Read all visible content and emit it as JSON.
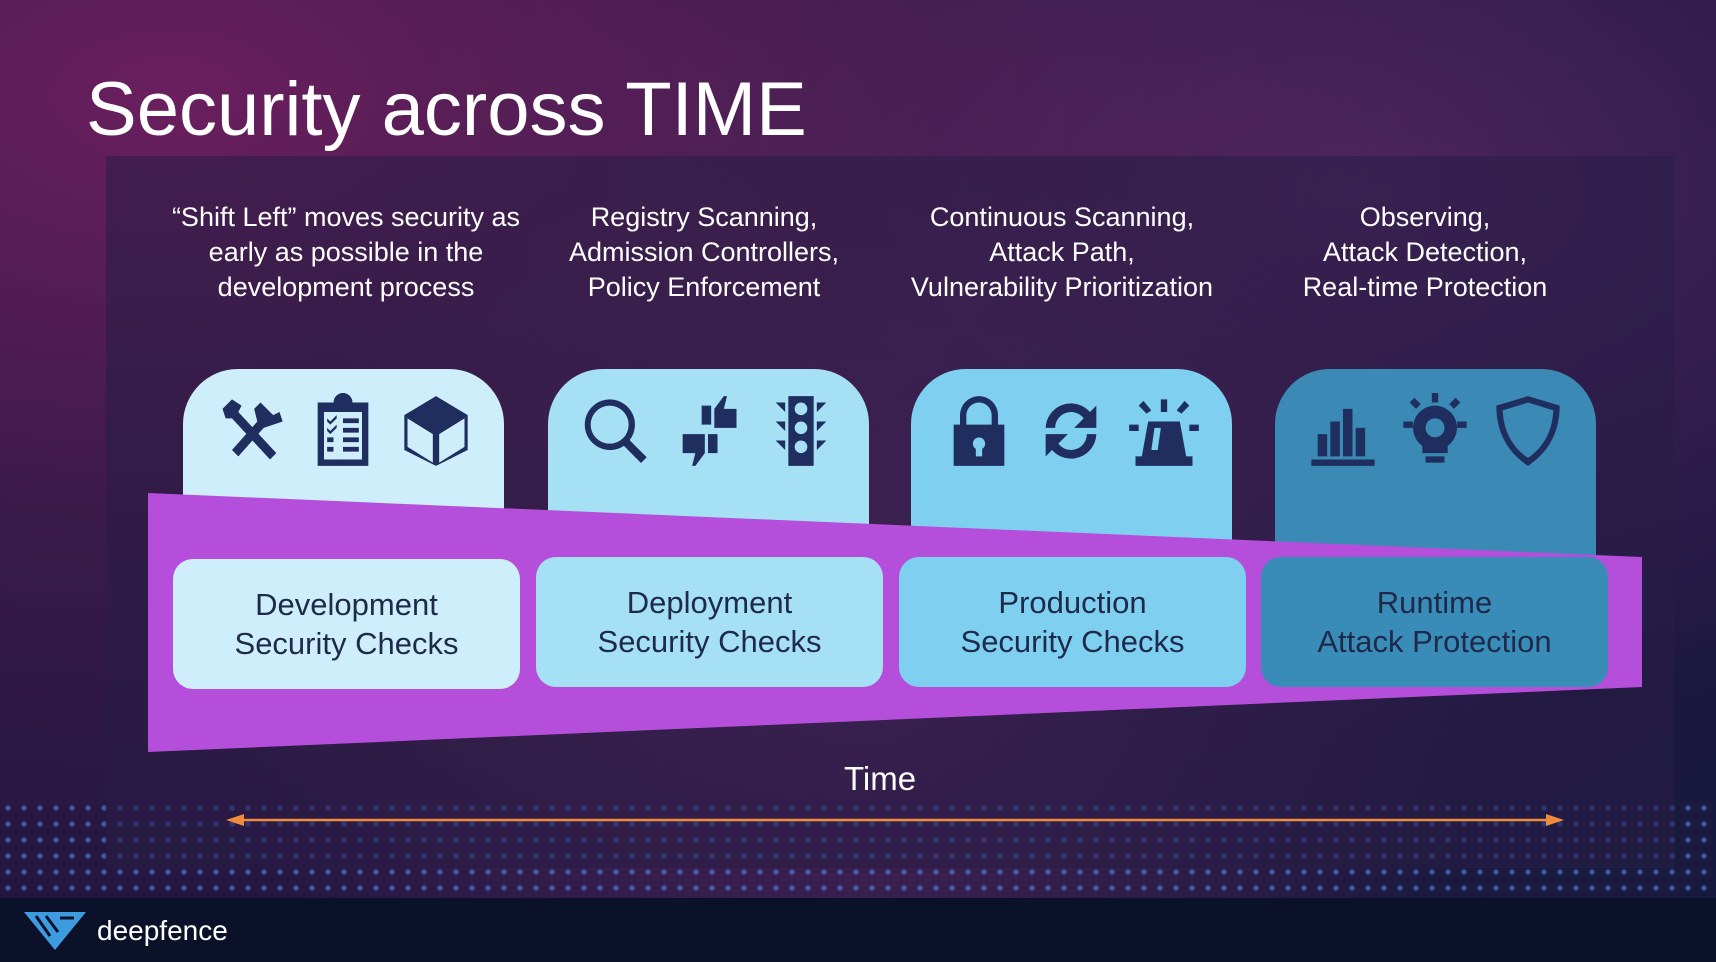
{
  "title": "Security across TIME",
  "columns": [
    {
      "description": [
        "“Shift Left” moves security as",
        "early as possible in the",
        "development process"
      ],
      "card": [
        "Development",
        "Security Checks"
      ],
      "icons": [
        "hammer-wrench-icon",
        "checklist-icon",
        "package-icon"
      ],
      "color": "#cdeefa"
    },
    {
      "description": [
        "Registry Scanning,",
        "Admission Controllers,",
        "Policy Enforcement"
      ],
      "card": [
        "Deployment",
        "Security Checks"
      ],
      "icons": [
        "magnifier-icon",
        "thumbs-up-down-icon",
        "traffic-light-icon"
      ],
      "color": "#a6e0f5"
    },
    {
      "description": [
        "Continuous Scanning,",
        "Attack Path,",
        "Vulnerability Prioritization"
      ],
      "card": [
        "Production",
        "Security Checks"
      ],
      "icons": [
        "lock-icon",
        "refresh-icon",
        "alarm-siren-icon"
      ],
      "color": "#7fd0f0"
    },
    {
      "description": [
        "Observing,",
        "Attack Detection,",
        "Real-time Protection"
      ],
      "card": [
        "Runtime",
        "Attack Protection"
      ],
      "icons": [
        "bar-chart-icon",
        "lightbulb-gear-icon",
        "shield-icon"
      ],
      "color": "#3a8cb8"
    }
  ],
  "time_label": "Time",
  "brand": "deepfence",
  "colors": {
    "wedge": "#b54fdb",
    "arrow": "#f08a3c",
    "footer": "#0b1128"
  }
}
